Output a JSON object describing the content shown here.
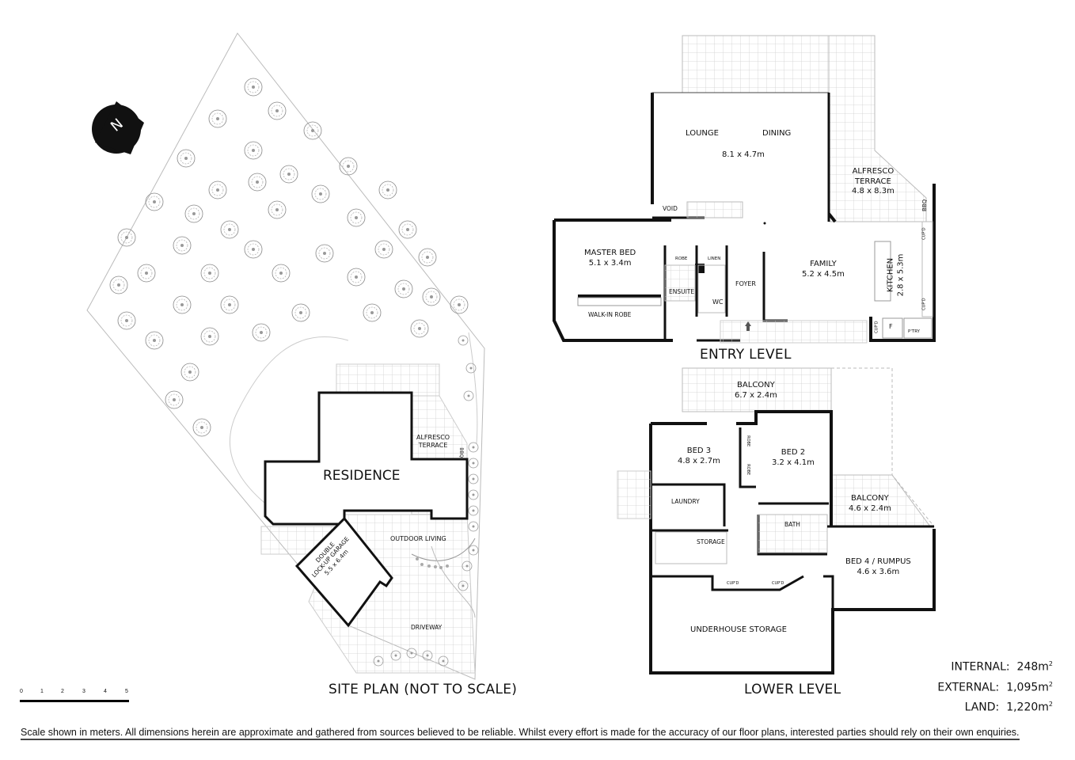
{
  "site_plan": {
    "title": "SITE PLAN (NOT TO SCALE)",
    "north_label": "N",
    "residence": "RESIDENCE",
    "alfresco": [
      "ALFRESCO",
      "TERRACE"
    ],
    "bbq": "BBQ",
    "outdoor_living": "OUTDOOR LIVING",
    "garage": [
      "DOUBLE",
      "LOCK-UP GARAGE",
      "5.5 x 6.4m"
    ],
    "driveway": "DRIVEWAY"
  },
  "entry_level": {
    "title": "ENTRY LEVEL",
    "rooms": {
      "lounge": "LOUNGE",
      "dining": "DINING",
      "lounge_dining_dim": "8.1 x 4.7m",
      "alfresco": "ALFRESCO",
      "terrace": "TERRACE",
      "alfresco_dim": "4.8 x 8.3m",
      "bbq": "BBQ",
      "void": "VOID",
      "master_bed": "MASTER BED",
      "master_bed_dim": "5.1 x 3.4m",
      "walk_in_robe": "WALK-IN ROBE",
      "robe": "ROBE",
      "linen": "LINEN",
      "ensuite": "ENSUITE",
      "wc": "WC",
      "foyer": "FOYER",
      "family": "FAMILY",
      "family_dim": "5.2 x 4.5m",
      "kitchen": "KITCHEN",
      "kitchen_dim": "2.8 x 5.3m",
      "cupd": "CUP'D",
      "fridge": "F",
      "pantry": "P'TRY"
    }
  },
  "lower_level": {
    "title": "LOWER LEVEL",
    "rooms": {
      "balcony1": "BALCONY",
      "balcony1_dim": "6.7 x 2.4m",
      "bed3": "BED 3",
      "bed3_dim": "4.8 x 2.7m",
      "bed2": "BED 2",
      "bed2_dim": "3.2 x 4.1m",
      "robe": "ROBE",
      "balcony2": "BALCONY",
      "balcony2_dim": "4.6 x 2.4m",
      "laundry": "LAUNDRY",
      "bath": "BATH",
      "storage": "STORAGE",
      "bed4": "BED 4 / RUMPUS",
      "bed4_dim": "4.6 x 3.6m",
      "cupd": "CUP'D",
      "underhouse": "UNDERHOUSE STORAGE"
    }
  },
  "areas": {
    "internal_label": "INTERNAL:",
    "internal_value": "248m",
    "external_label": "EXTERNAL:",
    "external_value": "1,095m",
    "land_label": "LAND:",
    "land_value": "1,220m",
    "unit_sup": "2"
  },
  "scale_bar": {
    "ticks": [
      "0",
      "1",
      "2",
      "3",
      "4",
      "5"
    ]
  },
  "disclaimer": "Scale shown in meters. All dimensions herein are approximate and gathered from sources believed to be  reliable. Whilst every effort is made for the accuracy of our floor plans, interested parties should rely on their own enquiries."
}
